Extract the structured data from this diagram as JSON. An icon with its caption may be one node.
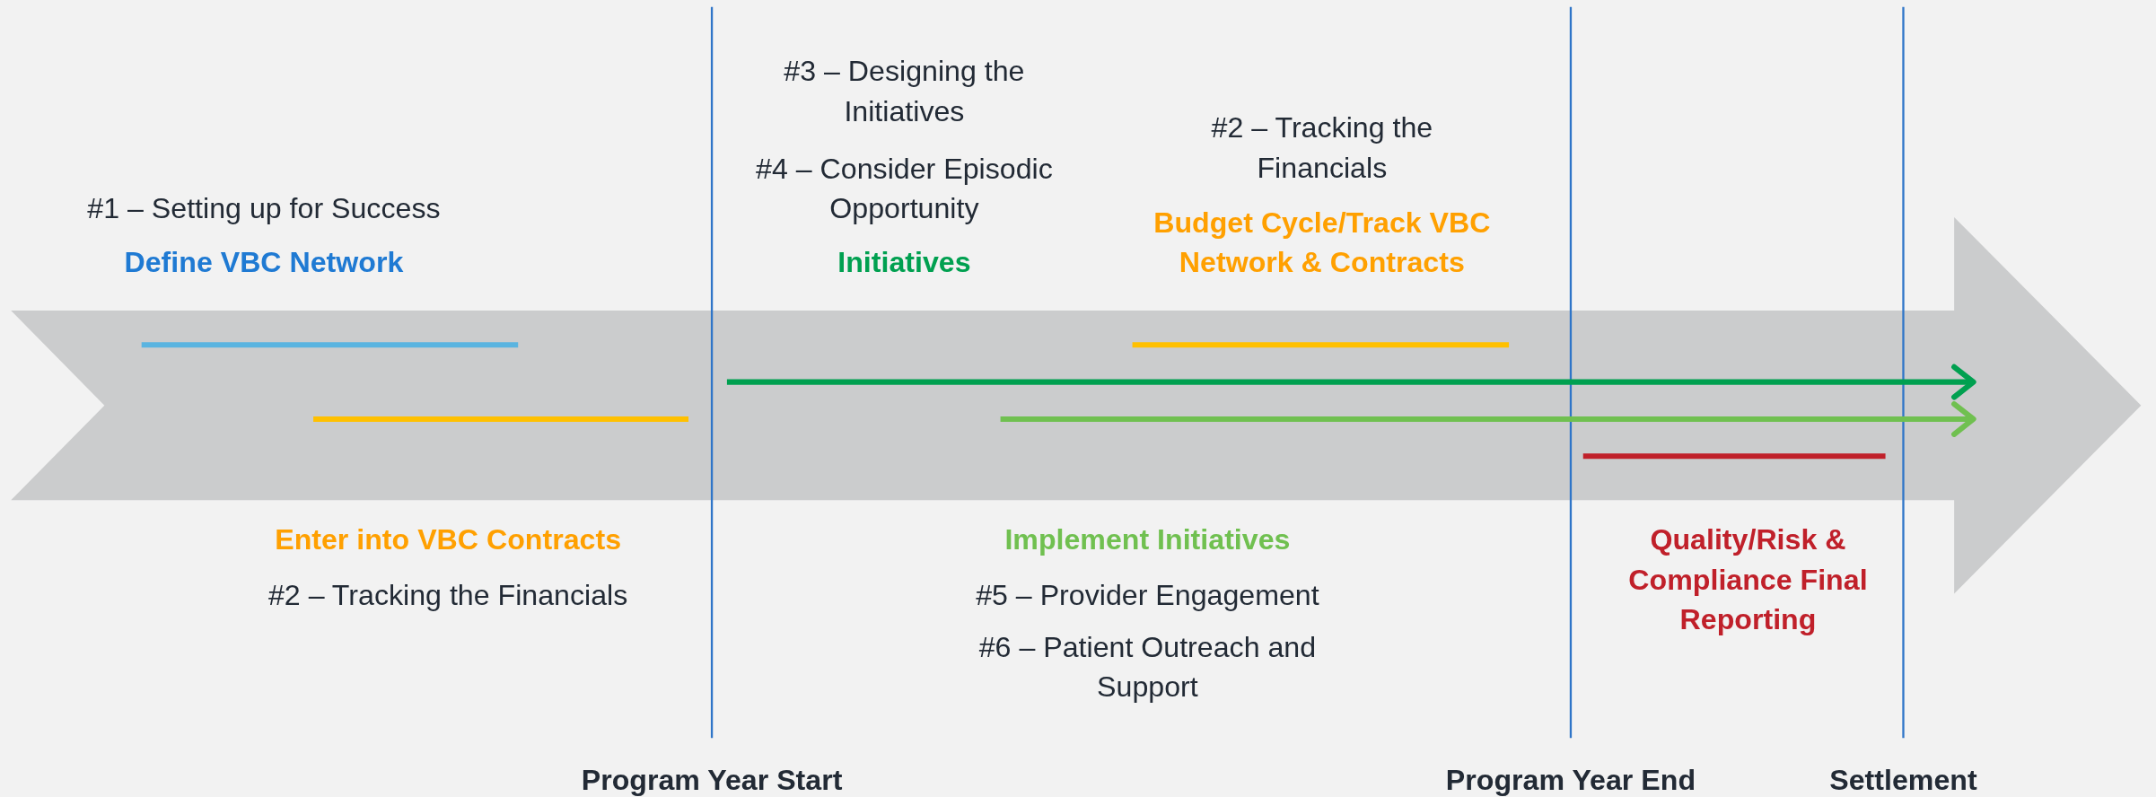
{
  "diagram": {
    "labels": [
      "#3 – Designing the Initiatives",
      "#4 – Consider Episodic Opportunity",
      "#2 – Tracking the Financials",
      "#1 – Setting up for Success",
      "Define VBC Network",
      "Initiatives",
      "Budget Cycle/Track VBC Network & Contracts",
      "Enter into VBC Contracts",
      "Implement Initiatives",
      "Quality/Risk & Compliance Final Reporting",
      "#2 – Tracking the Financials",
      "#5 – Provider Engagement",
      "#6 – Patient Outreach and Support",
      "Program Year Start",
      "Program Year End",
      "Settlement"
    ]
  }
}
